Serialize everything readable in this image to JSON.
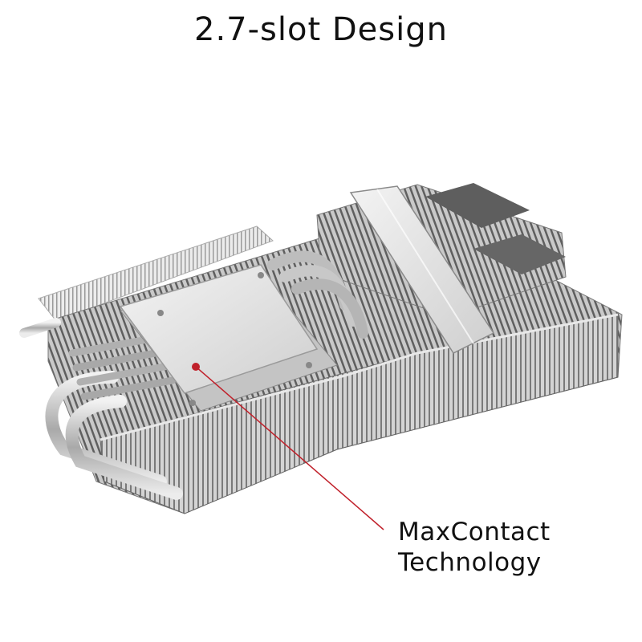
{
  "header": {
    "title": "2.7-slot Design"
  },
  "callout": {
    "line1": "MaxContact",
    "line2": "Technology"
  },
  "colors": {
    "leader_line": "#c0202a",
    "fin_light": "#e6e6e6",
    "fin_dark": "#6f6f6f",
    "plate": "#d9d9d9",
    "heatpipe": "#b8b8b8"
  }
}
